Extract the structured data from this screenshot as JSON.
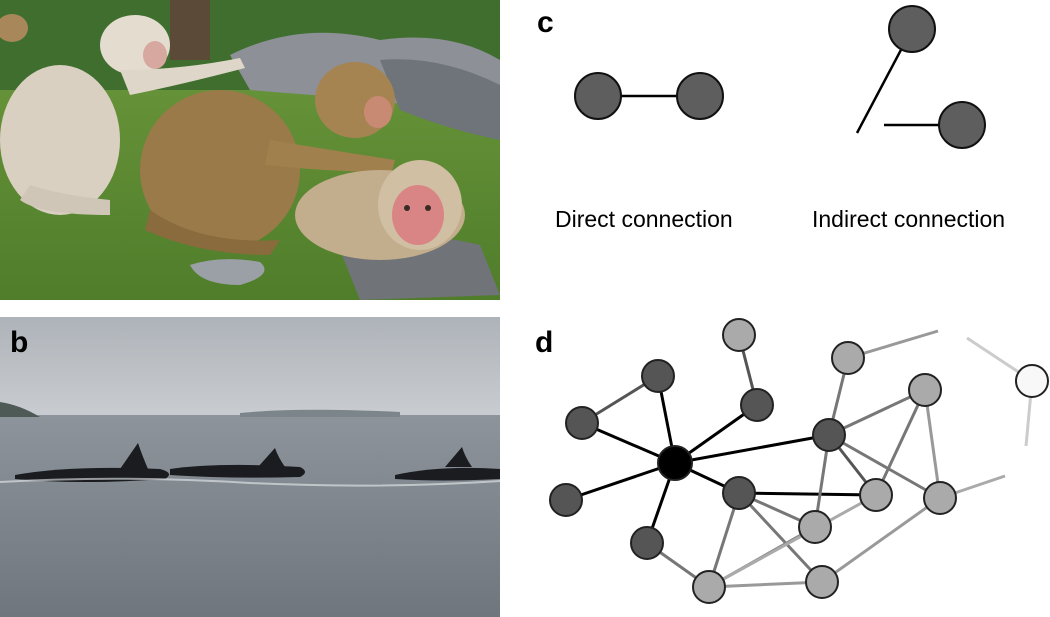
{
  "panels": {
    "a": {
      "letter": "",
      "subject": "rhesus macaques grooming"
    },
    "b": {
      "letter": "b",
      "subject": "killer whales surfacing"
    },
    "c": {
      "letter": "c",
      "direct_label": "Direct connection",
      "indirect_label": "Indirect connection"
    },
    "d": {
      "letter": "d"
    }
  },
  "colors": {
    "node_dark": "#555555",
    "node_mid": "#8a8a8a",
    "node_light": "#b0b0b0",
    "node_hub": "#000000",
    "node_white": "#f8f8f8"
  }
}
